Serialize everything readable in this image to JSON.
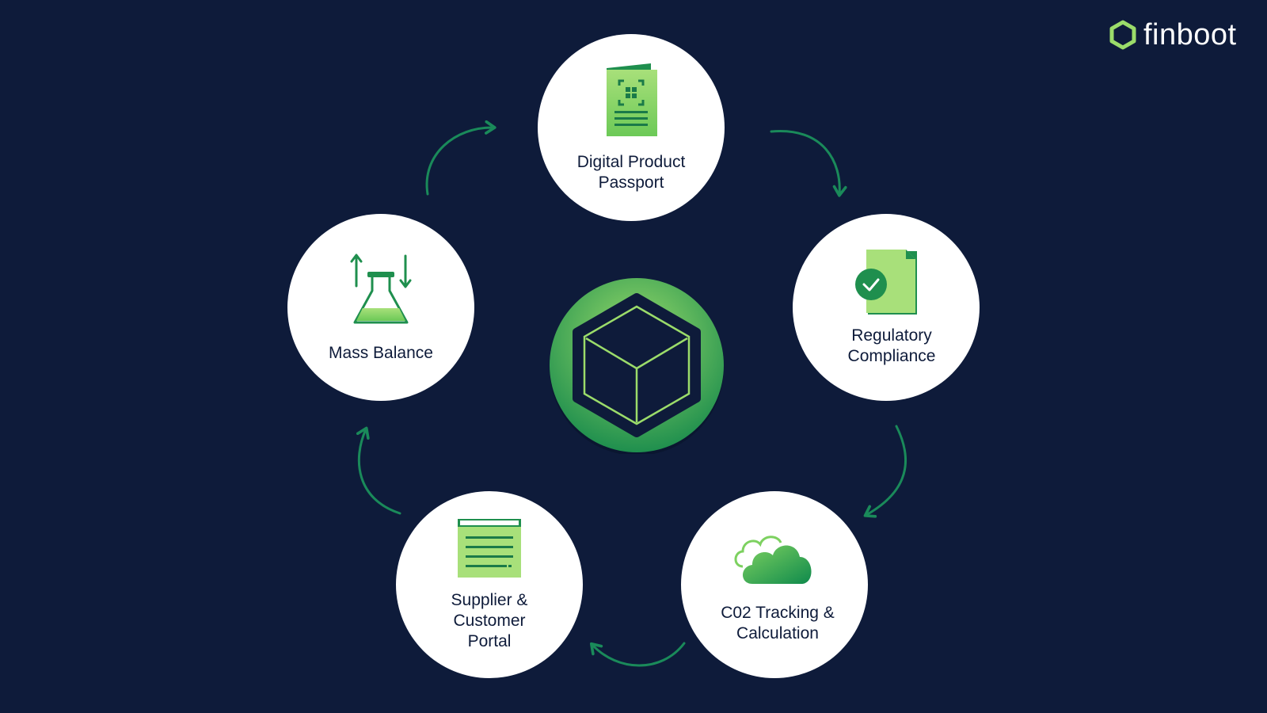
{
  "brand": {
    "name": "finboot"
  },
  "colors": {
    "background": "#0e1b3a",
    "node_fill": "#ffffff",
    "label_text": "#0e1b3a",
    "accent_light": "#9bdc6a",
    "accent_dark": "#0f8a4c",
    "arrow": "#1a8a5a"
  },
  "hub": {
    "icon": "cube-icon"
  },
  "nodes": [
    {
      "id": "dpp",
      "label": "Digital Product\nPassport",
      "icon": "passport-qr-icon"
    },
    {
      "id": "reg",
      "label": "Regulatory\nCompliance",
      "icon": "document-check-icon"
    },
    {
      "id": "co2",
      "label": "C02 Tracking &\nCalculation",
      "icon": "cloud-icon"
    },
    {
      "id": "sup",
      "label": "Supplier &\nCustomer\nPortal",
      "icon": "portal-window-icon"
    },
    {
      "id": "mass",
      "label": "Mass Balance",
      "icon": "flask-arrows-icon"
    }
  ]
}
